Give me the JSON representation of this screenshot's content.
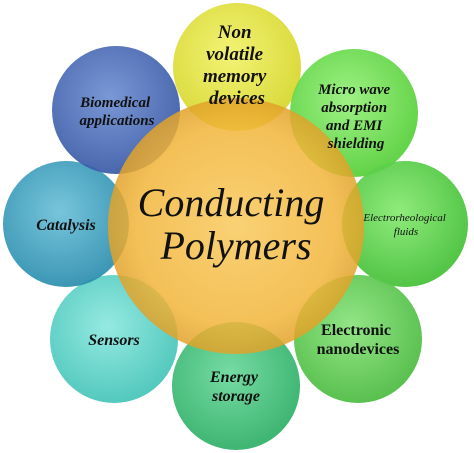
{
  "center": {
    "lines": [
      "Conducting",
      "Polymers"
    ],
    "color": "#f2b53a"
  },
  "nodes": [
    {
      "id": "memory",
      "lines": [
        "Non",
        "volatile",
        "memory",
        "devices"
      ],
      "color": "#e6e63c"
    },
    {
      "id": "microwave",
      "lines": [
        "Micro wave",
        "absorption",
        "and EMI",
        "shielding"
      ],
      "color": "#6fe24d"
    },
    {
      "id": "electrorheological",
      "lines": [
        "Electrorheological",
        "fluids"
      ],
      "color": "#56d34a"
    },
    {
      "id": "nanodevices",
      "lines": [
        "Electronic",
        "nanodevices"
      ],
      "color": "#62cf55"
    },
    {
      "id": "energy",
      "lines": [
        "Energy",
        "storage"
      ],
      "color": "#42c47c"
    },
    {
      "id": "sensors",
      "lines": [
        "Sensors"
      ],
      "color": "#5ad3c8"
    },
    {
      "id": "catalysis",
      "lines": [
        "Catalysis"
      ],
      "color": "#3da3c2"
    },
    {
      "id": "biomedical",
      "lines": [
        "Biomedical",
        "applications"
      ],
      "color": "#4b6ebd"
    }
  ]
}
